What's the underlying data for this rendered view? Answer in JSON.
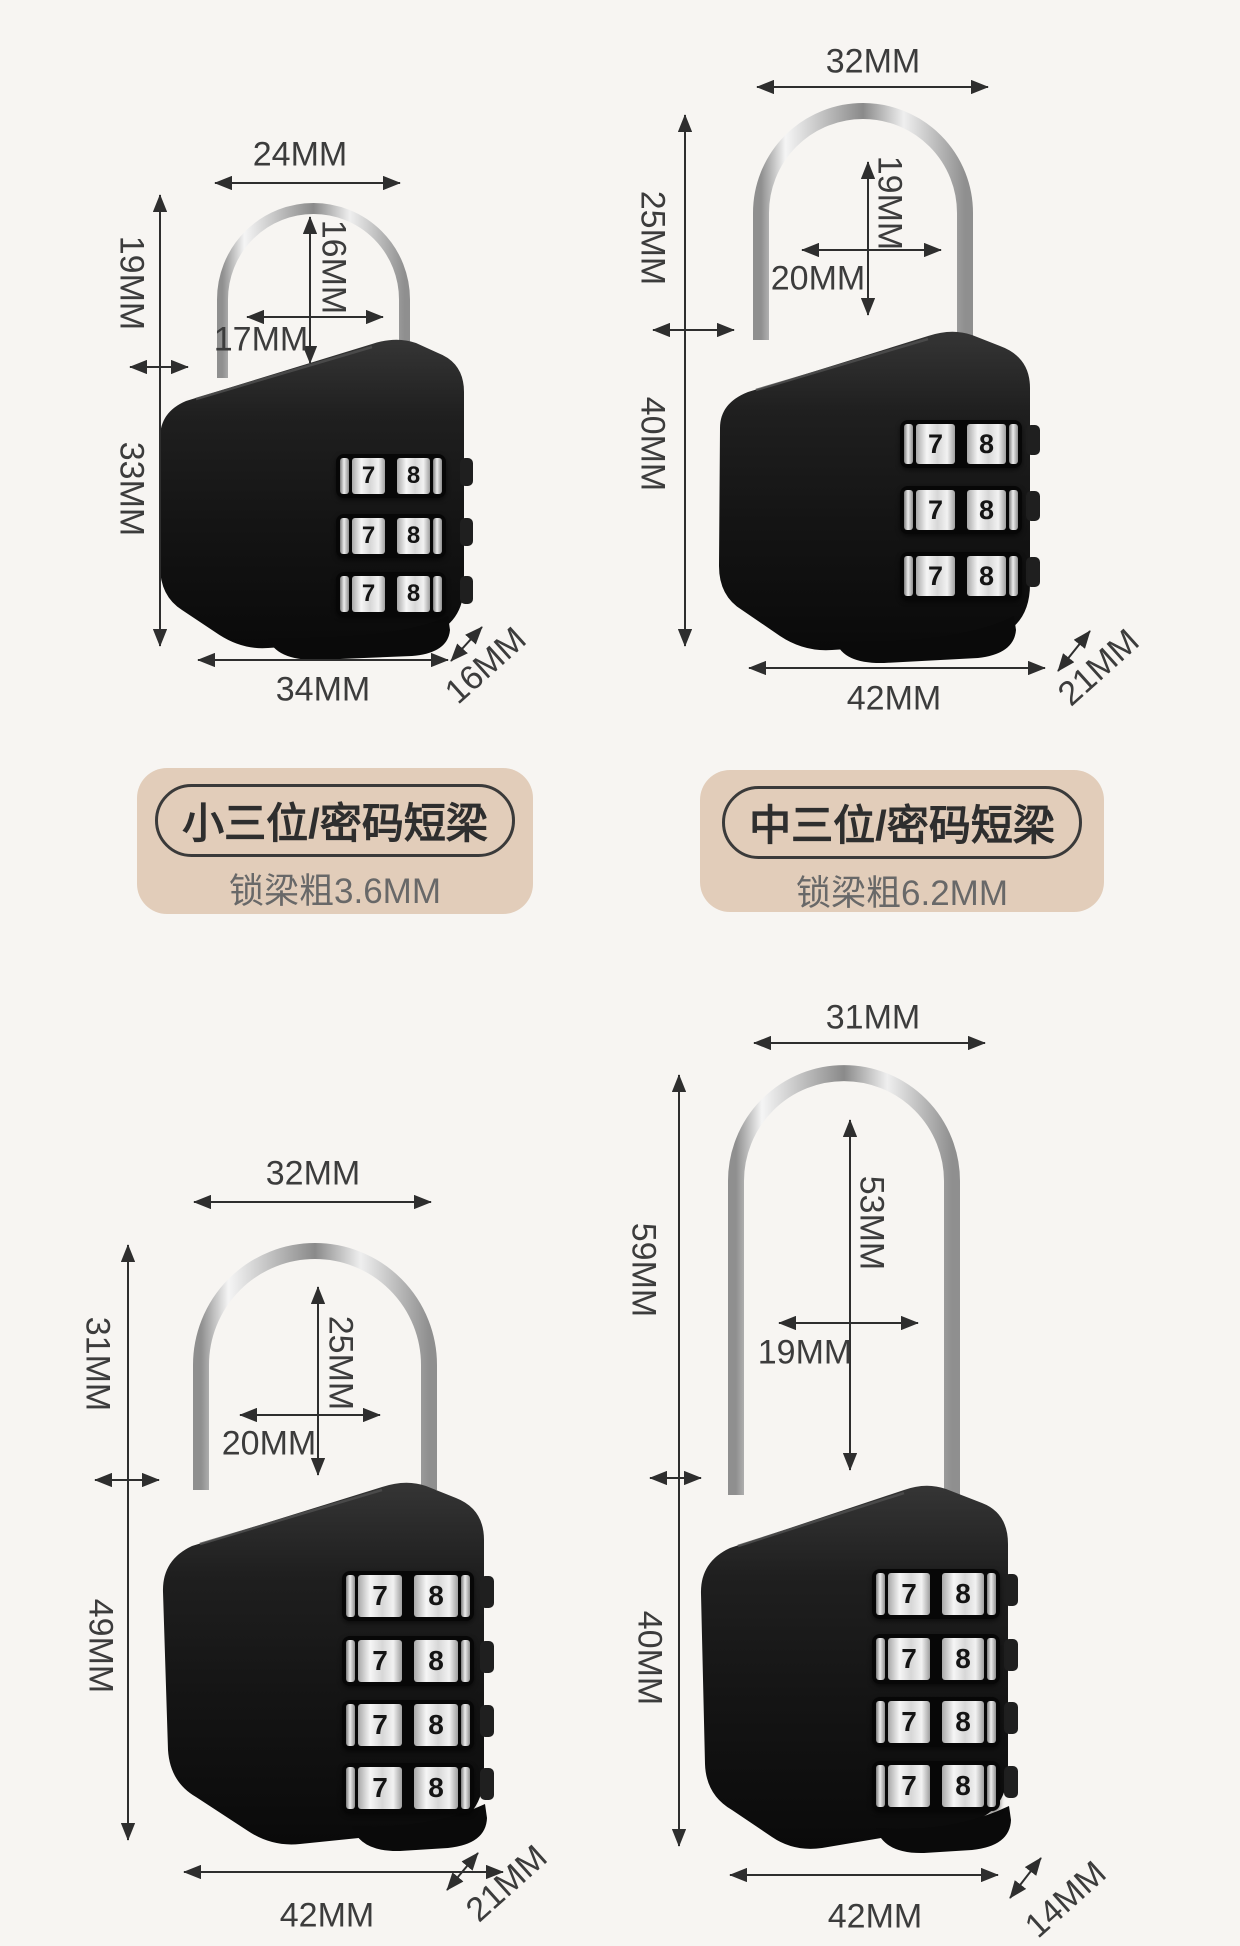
{
  "locks": [
    {
      "id": "small-3dial",
      "labels": {
        "top_width": "24MM",
        "shackle_height": "19MM",
        "inner_height": "16MM",
        "inner_width": "17MM",
        "body_height": "33MM",
        "body_width": "34MM",
        "depth": "16MM"
      },
      "dial": {
        "left_digit": "7",
        "right_digit": "8"
      }
    },
    {
      "id": "medium-3dial",
      "labels": {
        "top_width": "32MM",
        "shackle_height": "25MM",
        "inner_height": "19MM",
        "inner_width": "20MM",
        "body_height": "40MM",
        "body_width": "42MM",
        "depth": "21MM"
      },
      "dial": {
        "left_digit": "7",
        "right_digit": "8"
      }
    },
    {
      "id": "large-4dial",
      "labels": {
        "top_width": "32MM",
        "shackle_height": "31MM",
        "inner_height": "25MM",
        "inner_width": "20MM",
        "body_height": "49MM",
        "body_width": "42MM",
        "depth": "21MM"
      },
      "dial": {
        "left_digit": "7",
        "right_digit": "8"
      }
    },
    {
      "id": "long-shackle-4dial",
      "labels": {
        "top_width": "31MM",
        "shackle_height": "59MM",
        "inner_height": "53MM",
        "inner_width": "19MM",
        "body_height": "40MM",
        "body_width": "42MM",
        "depth": "14MM"
      },
      "dial": {
        "left_digit": "7",
        "right_digit": "8"
      }
    }
  ],
  "cards": [
    {
      "title": "小三位/密码短梁",
      "subtitle": "锁梁粗3.6MM"
    },
    {
      "title": "中三位/密码短梁",
      "subtitle": "锁梁粗6.2MM"
    }
  ],
  "colors": {
    "background": "#f7f5f2",
    "card_background": "#e2cdba",
    "dimension_line": "#2e2e2e",
    "lock_body": "#141414"
  }
}
